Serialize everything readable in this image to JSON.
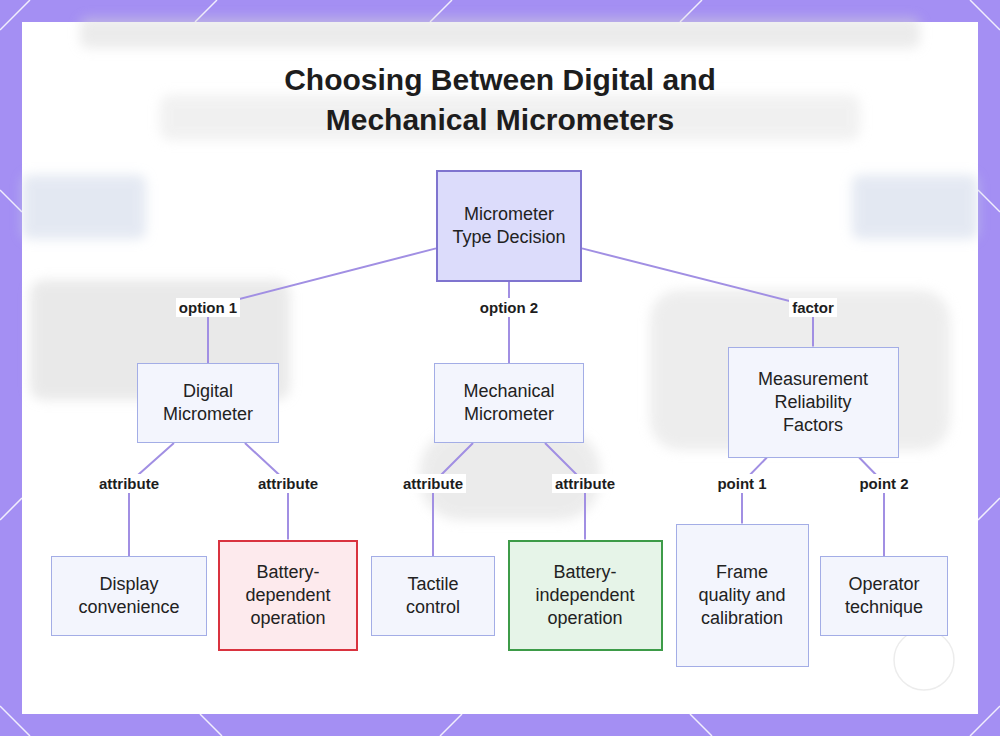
{
  "diagram": {
    "title": "Choosing Between Digital and Mechanical Micrometers",
    "nodes": [
      {
        "text": [
          "Micrometer Type Decision"
        ]
      },
      {
        "text": [
          "Digital Micrometer"
        ]
      },
      {
        "text": [
          "Mechanical Micrometer"
        ]
      },
      {
        "text": [
          "Measurement Reliability Factors"
        ]
      },
      {
        "text": [
          "Display convenience"
        ]
      },
      {
        "text": [
          "Battery-dependent operation"
        ]
      },
      {
        "text": [
          "Tactile control"
        ]
      },
      {
        "text": [
          "Battery-independent operation"
        ]
      },
      {
        "text": [
          "Frame quality and calibration"
        ]
      },
      {
        "text": [
          "Operator technique"
        ]
      }
    ],
    "edges": [
      {
        "from": 0,
        "to": 1,
        "label": "option 1",
        "arrow": "none"
      },
      {
        "from": 0,
        "to": 2,
        "label": "option 2",
        "arrow": "none"
      },
      {
        "from": 0,
        "to": 3,
        "label": "factor",
        "arrow": "none"
      },
      {
        "from": 1,
        "to": 4,
        "label": "attribute",
        "arrow": "none"
      },
      {
        "from": 1,
        "to": 5,
        "label": "attribute",
        "arrow": "none"
      },
      {
        "from": 2,
        "to": 6,
        "label": "attribute",
        "arrow": "none"
      },
      {
        "from": 2,
        "to": 7,
        "label": "attribute",
        "arrow": "none"
      },
      {
        "from": 3,
        "to": 8,
        "label": "point 1",
        "arrow": "none"
      },
      {
        "from": 3,
        "to": 9,
        "label": "point 2",
        "arrow": "none"
      }
    ]
  }
}
